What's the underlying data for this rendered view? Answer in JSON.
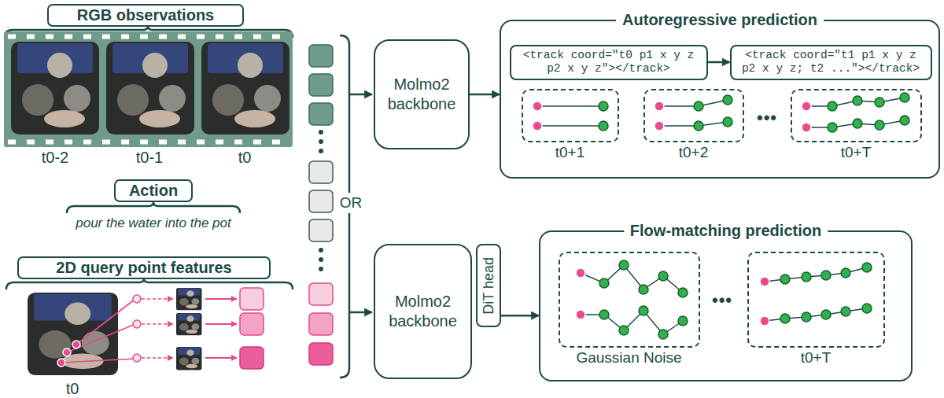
{
  "diagram": {
    "nodes": [
      {
        "text": [
          "RGB observations"
        ]
      },
      {
        "text": [
          "Action"
        ]
      },
      {
        "text": [
          "2D query point features"
        ]
      },
      {
        "text": [
          "Molmo2 backbone"
        ]
      },
      {
        "text": [
          "Autoregressive prediction"
        ]
      },
      {
        "text": [
          "<track coord=\"t0 p1 x y z p2 x y z\"></track>"
        ],
        "in": 4
      },
      {
        "text": [
          "<track coord=\"t1 p1 x y z p2 x y z; t2 ...\"></track>"
        ],
        "in": 4
      },
      {
        "text": [
          "t0+1"
        ],
        "in": 4
      },
      {
        "text": [
          "t0+2"
        ],
        "in": 4
      },
      {
        "text": [
          "t0+T"
        ],
        "in": 4
      },
      {
        "text": [
          "Molmo2 backbone"
        ]
      },
      {
        "text": [
          "DiT head"
        ]
      },
      {
        "text": [
          "Flow-matching prediction"
        ]
      },
      {
        "text": [
          "Gaussian Noise"
        ],
        "in": 12
      },
      {
        "text": [
          "t0+T"
        ],
        "in": 12
      }
    ],
    "edges": [
      {
        "from": 3,
        "to": 4,
        "arrow": "to"
      },
      {
        "from": 5,
        "to": 6,
        "arrow": "to"
      },
      {
        "from": 11,
        "to": 12,
        "arrow": "to"
      }
    ],
    "labels": [
      "t0-2",
      "t0-1",
      "t0",
      "pour the water into the pot",
      "t0",
      "OR",
      "•••",
      "•••"
    ]
  }
}
